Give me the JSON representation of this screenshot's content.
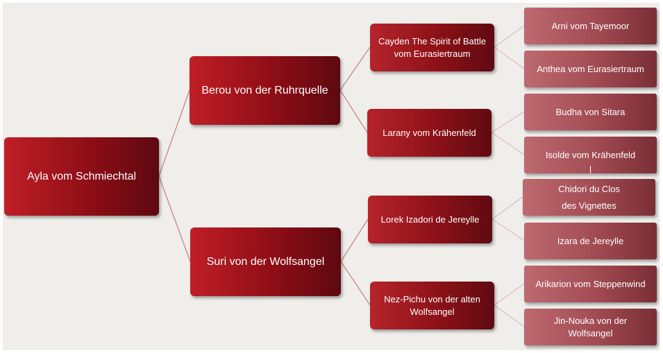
{
  "pedigree": {
    "root": {
      "lines": [
        "Ayla vom Schmiechtal"
      ]
    },
    "parents": [
      {
        "lines": [
          "Berou von der Ruhrquelle"
        ]
      },
      {
        "lines": [
          "Suri von der Wolfsangel"
        ]
      }
    ],
    "grandparents": [
      {
        "lines": [
          "Cayden The Spirit of Battle",
          "vom Eurasiertraum"
        ]
      },
      {
        "lines": [
          "Larany vom Krähenfeld"
        ]
      },
      {
        "lines": [
          "Lorek Izadori de Jereylle"
        ]
      },
      {
        "lines": [
          "Nez-Pichu von der alten",
          "Wolfsangel"
        ]
      }
    ],
    "great_grandparents": [
      {
        "lines": [
          "Arni vom Tayemoor"
        ]
      },
      {
        "lines": [
          "Anthea vom Eurasiertraum"
        ]
      },
      {
        "lines": [
          "Budha von Sitara"
        ]
      },
      {
        "lines": [
          "Isolde vom Krähenfeld"
        ]
      },
      {
        "lines": [
          "Chidori du Clos",
          "des Vignettes"
        ]
      },
      {
        "lines": [
          "Izara de Jereylle"
        ]
      },
      {
        "lines": [
          "Arikarion vom Steppenwind"
        ]
      },
      {
        "lines": [
          "Jin-Nouka von der",
          "Wolfsangel"
        ]
      }
    ]
  },
  "colors": {
    "connector_dark": "#c8838a",
    "connector_light": "#e2bcc0"
  }
}
